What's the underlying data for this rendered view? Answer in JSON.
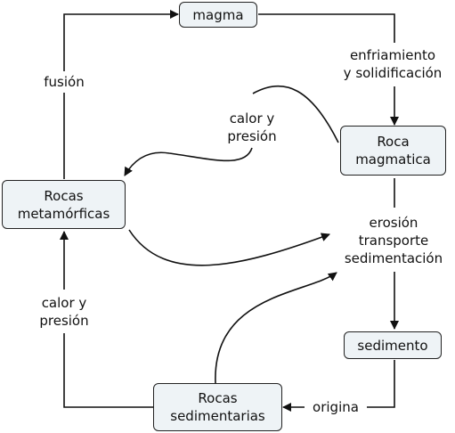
{
  "nodes": {
    "magma": "magma",
    "roca_magmatica": "Roca\nmagmatica",
    "rocas_metamorficas": "Rocas\nmetamórficas",
    "sedimento": "sedimento",
    "rocas_sedimentarias": "Rocas\nsedimentarias"
  },
  "links": {
    "fusion": "fusión",
    "enfriamiento": "enfriamiento\ny solidificación",
    "calor_presion_top": "calor y\npresión",
    "erosion": "erosión\ntransporte\nsedimentación",
    "calor_presion_left": "calor y\npresión",
    "origina": "origina"
  }
}
